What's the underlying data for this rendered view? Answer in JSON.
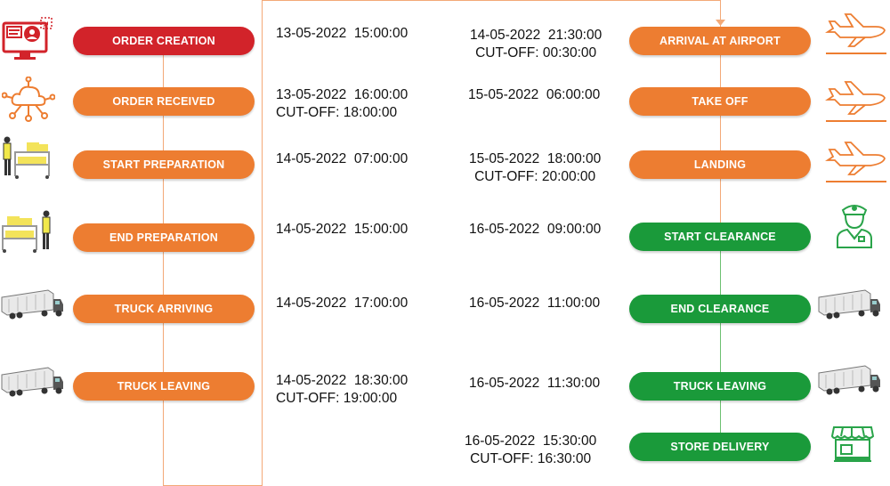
{
  "colors": {
    "red": "#d2232a",
    "orange": "#ed7d31",
    "green": "#1a9a3a",
    "connector_orange": "#f3a977",
    "connector_green": "#6cc070",
    "icon_orange": "#ed7d31",
    "icon_green": "#2aa44a"
  },
  "left_steps": [
    {
      "label": "ORDER CREATION",
      "color": "red",
      "date": "13-05-2022  15:00:00",
      "cutoff": "",
      "icon": "computer-user-icon"
    },
    {
      "label": "ORDER RECEIVED",
      "color": "orange",
      "date": "13-05-2022  16:00:00",
      "cutoff": "CUT-OFF: 18:00:00",
      "icon": "cloud-network-icon"
    },
    {
      "label": "START PREPARATION",
      "color": "orange",
      "date": "14-05-2022  07:00:00",
      "cutoff": "",
      "icon": "worker-cart-icon"
    },
    {
      "label": "END PREPARATION",
      "color": "orange",
      "date": "14-05-2022  15:00:00",
      "cutoff": "",
      "icon": "cart-worker-icon"
    },
    {
      "label": "TRUCK ARRIVING",
      "color": "orange",
      "date": "14-05-2022  17:00:00",
      "cutoff": "",
      "icon": "truck-icon"
    },
    {
      "label": "TRUCK LEAVING",
      "color": "orange",
      "date": "14-05-2022  18:30:00",
      "cutoff": "CUT-OFF: 19:00:00",
      "icon": "truck-icon"
    }
  ],
  "right_steps": [
    {
      "label": "ARRIVAL AT AIRPORT",
      "color": "orange",
      "date": "14-05-2022  21:30:00",
      "cutoff": "CUT-OFF: 00:30:00",
      "icon": "airplane-icon"
    },
    {
      "label": "TAKE OFF",
      "color": "orange",
      "date": "15-05-2022  06:00:00",
      "cutoff": "",
      "icon": "airplane-icon"
    },
    {
      "label": "LANDING",
      "color": "orange",
      "date": "15-05-2022  18:00:00",
      "cutoff": "CUT-OFF: 20:00:00",
      "icon": "airplane-icon"
    },
    {
      "label": "START CLEARANCE",
      "color": "green",
      "date": "16-05-2022  09:00:00",
      "cutoff": "",
      "icon": "customs-officer-icon"
    },
    {
      "label": "END CLEARANCE",
      "color": "green",
      "date": "16-05-2022  11:00:00",
      "cutoff": "",
      "icon": "truck-icon"
    },
    {
      "label": "TRUCK LEAVING",
      "color": "green",
      "date": "16-05-2022  11:30:00",
      "cutoff": "",
      "icon": "truck-icon"
    },
    {
      "label": "STORE DELIVERY",
      "color": "green",
      "date": "16-05-2022  15:30:00",
      "cutoff": "CUT-OFF: 16:30:00",
      "icon": "storefront-icon"
    }
  ]
}
